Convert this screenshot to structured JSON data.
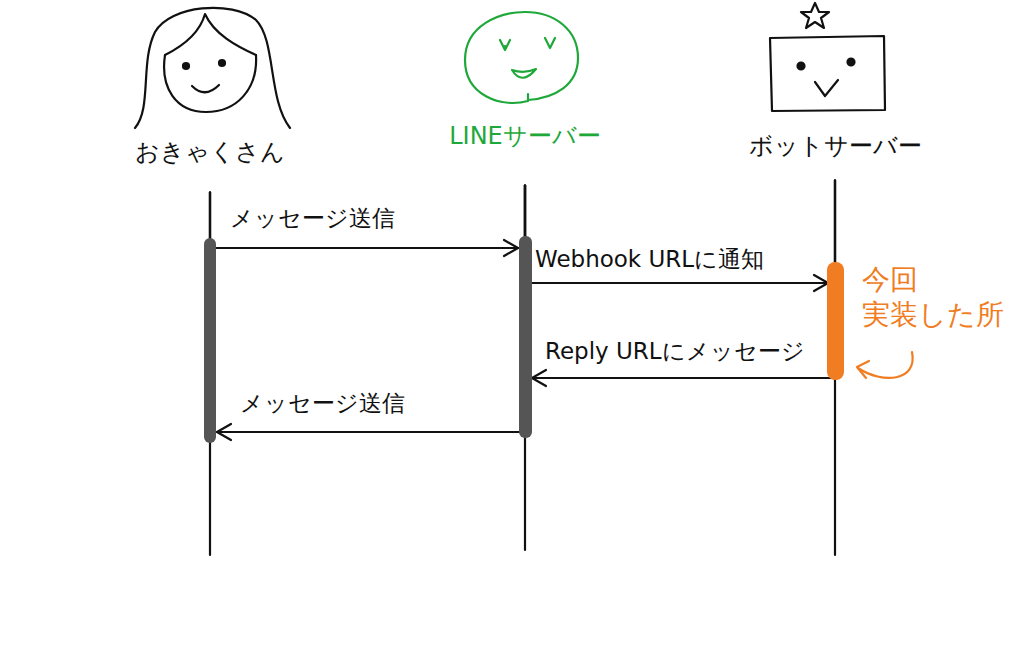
{
  "diagram": {
    "nodes": [
      {
        "text": [
          "おきゃくさん"
        ]
      },
      {
        "text": [
          "LINEサーバー"
        ]
      },
      {
        "text": [
          "ボットサーバー"
        ]
      }
    ],
    "edges": [
      {
        "from": 0,
        "to": 1,
        "arrow": "to",
        "label": "メッセージ送信"
      },
      {
        "from": 1,
        "to": 2,
        "arrow": "to",
        "label": "Webhook URLに通知"
      },
      {
        "from": 2,
        "to": 1,
        "arrow": "to",
        "label": "Reply URLにメッセージ"
      },
      {
        "from": 1,
        "to": 0,
        "arrow": "to",
        "label": "メッセージ送信"
      }
    ],
    "labels": [
      "今回 実装した所"
    ]
  }
}
